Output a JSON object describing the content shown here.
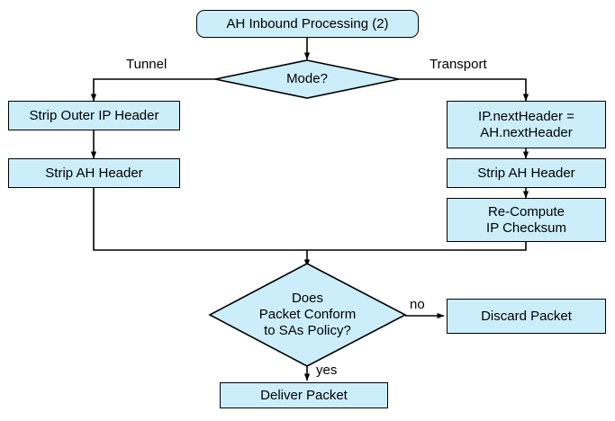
{
  "diagram": {
    "title": "AH Inbound Processing (2)",
    "nodes": {
      "start": "AH Inbound Processing (2)",
      "mode_decision": "Mode?",
      "strip_outer_ip_header": "Strip Outer IP Header",
      "strip_ah_header_tunnel": "Strip AH Header",
      "ip_next_header": "IP.nextHeader =\nAH.nextHeader",
      "strip_ah_header_transport": "Strip AH Header",
      "recompute_ip_checksum": "Re-Compute\nIP Checksum",
      "policy_decision": "Does\nPacket Conform\nto SAs Policy?",
      "discard_packet": "Discard Packet",
      "deliver_packet": "Deliver Packet"
    },
    "edge_labels": {
      "tunnel": "Tunnel",
      "transport": "Transport",
      "no": "no",
      "yes": "yes"
    },
    "colors": {
      "node_fill": "#cceefb",
      "node_stroke": "#000000",
      "background": "#ffffff",
      "text": "#000000"
    }
  }
}
